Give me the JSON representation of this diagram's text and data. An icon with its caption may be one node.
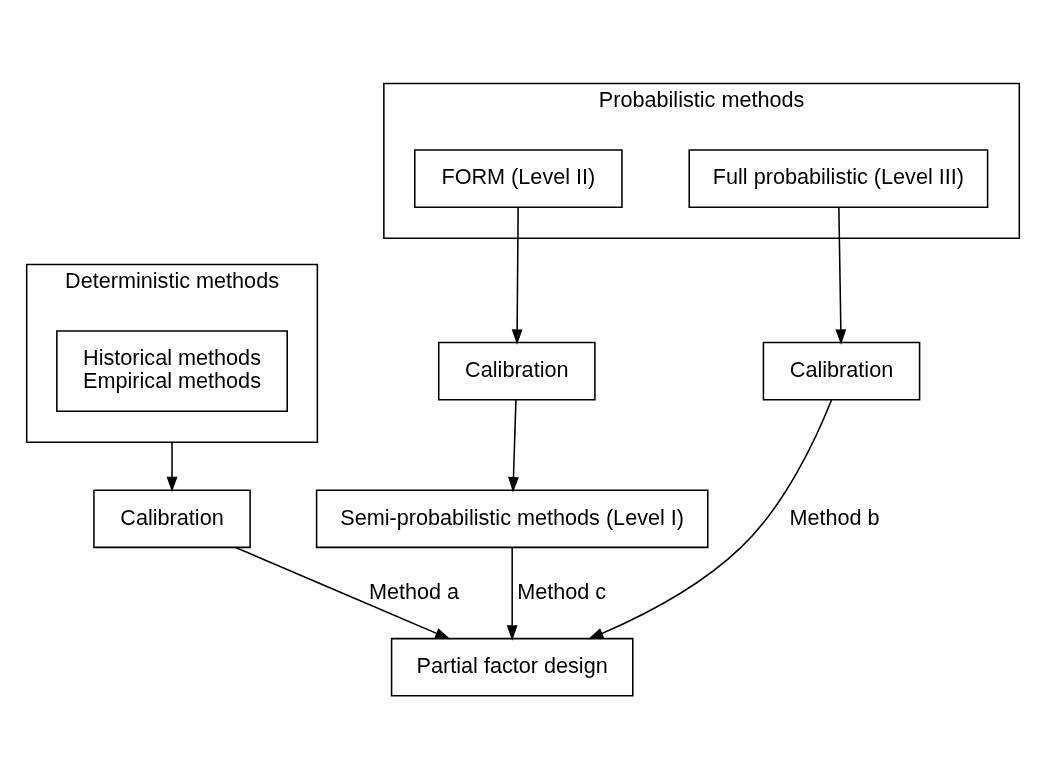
{
  "diagram": {
    "nodes": [
      {
        "text": [
          "Deterministic methods"
        ]
      },
      {
        "text": [
          "Historical methods",
          "Empirical methods"
        ],
        "in": 0
      },
      {
        "text": [
          "Probabilistic methods"
        ]
      },
      {
        "text": [
          "FORM (Level II)"
        ],
        "in": 2
      },
      {
        "text": [
          "Full probabilistic (Level III)"
        ],
        "in": 2
      },
      {
        "text": [
          "Calibration"
        ]
      },
      {
        "text": [
          "Calibration"
        ]
      },
      {
        "text": [
          "Calibration"
        ]
      },
      {
        "text": [
          "Semi-probabilistic methods (Level I)"
        ]
      },
      {
        "text": [
          "Partial factor design"
        ]
      }
    ],
    "edges": [
      {
        "from": 0,
        "to": 5,
        "arrow": "to"
      },
      {
        "from": 3,
        "to": 6,
        "arrow": "to"
      },
      {
        "from": 4,
        "to": 7,
        "arrow": "to"
      },
      {
        "from": 6,
        "to": 8,
        "arrow": "to"
      },
      {
        "from": 8,
        "to": 9,
        "arrow": "to",
        "label": "Method c"
      },
      {
        "from": 5,
        "to": 9,
        "arrow": "to",
        "label": "Method a"
      },
      {
        "from": 7,
        "to": 9,
        "arrow": "to",
        "label": "Method b"
      }
    ]
  }
}
